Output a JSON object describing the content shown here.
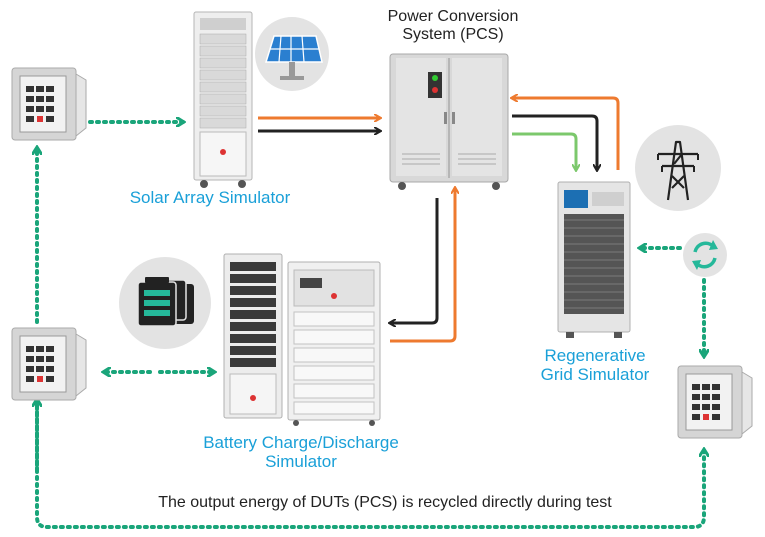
{
  "labels": {
    "pcs_line1": "Power Conversion",
    "pcs_line2": "System (PCS)",
    "solar": "Solar Array Simulator",
    "regen_line1": "Regenerative",
    "regen_line2": "Grid Simulator",
    "battery_line1": "Battery Charge/Discharge",
    "battery_line2": "Simulator",
    "footer": "The output energy of DUTs (PCS) is recycled directly during test"
  },
  "colors": {
    "dc_arrow": "#ee7a2f",
    "ac_arrow": "#222222",
    "green_arrow": "#7cc86c",
    "dotted_path": "#1aa57a",
    "label_blue": "#1aa0d8",
    "icon_circle": "#e3e3e3",
    "icon_teal": "#25b89a"
  },
  "icons": [
    "solar-panel-icon",
    "battery-stack-icon",
    "power-tower-icon",
    "recycle-icon",
    "breaker-panel-icon"
  ]
}
